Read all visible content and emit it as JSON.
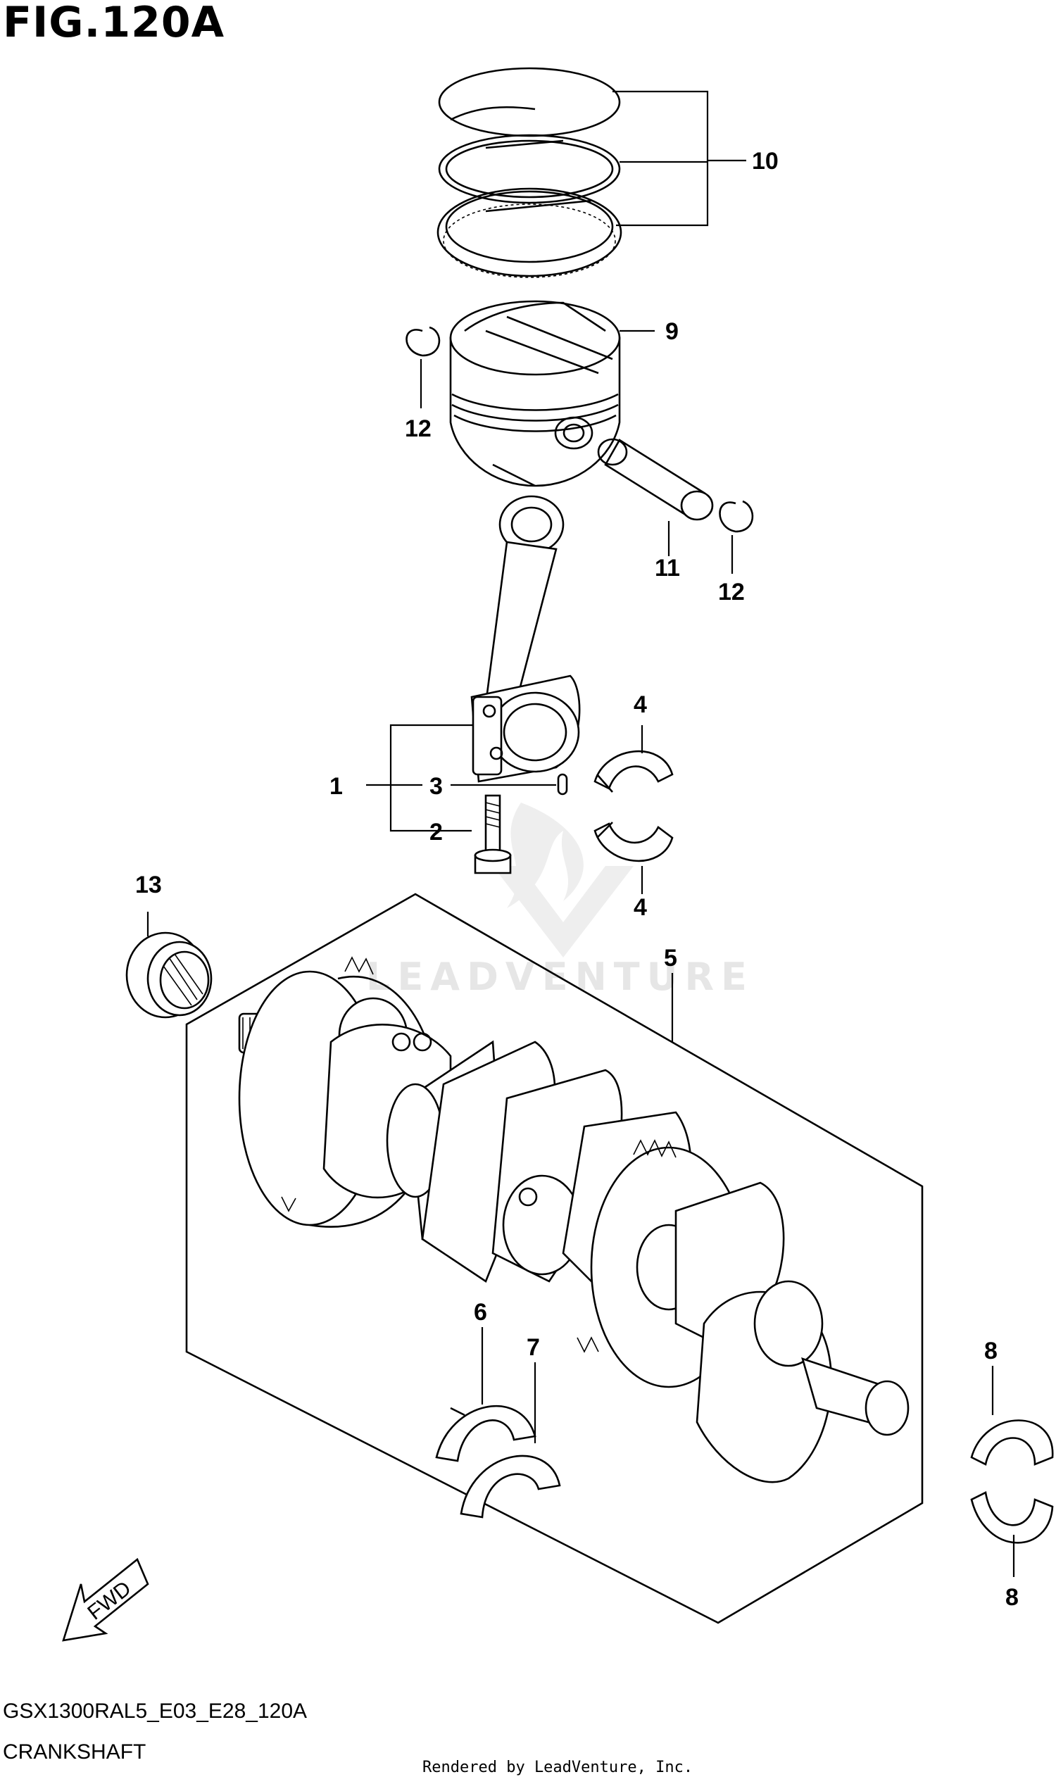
{
  "header": {
    "figure_title": "FIG.120A"
  },
  "footer": {
    "model_code": "GSX1300RAL5_E03_E28_120A",
    "section_name": "CRANKSHAFT",
    "render_credit": "Rendered by LeadVenture, Inc."
  },
  "watermark": {
    "text": "LEADVENTURE"
  },
  "direction_badge": {
    "label": "FWD"
  },
  "callouts": {
    "c1": "1",
    "c2": "2",
    "c3": "3",
    "c4_top": "4",
    "c4_bottom": "4",
    "c5": "5",
    "c6": "6",
    "c7": "7",
    "c8_top": "8",
    "c8_bottom": "8",
    "c9": "9",
    "c10": "10",
    "c11": "11",
    "c12_left": "12",
    "c12_right": "12",
    "c13": "13"
  },
  "colors": {
    "line": "#000000",
    "background": "#ffffff",
    "watermark": "#e6e6e6"
  }
}
